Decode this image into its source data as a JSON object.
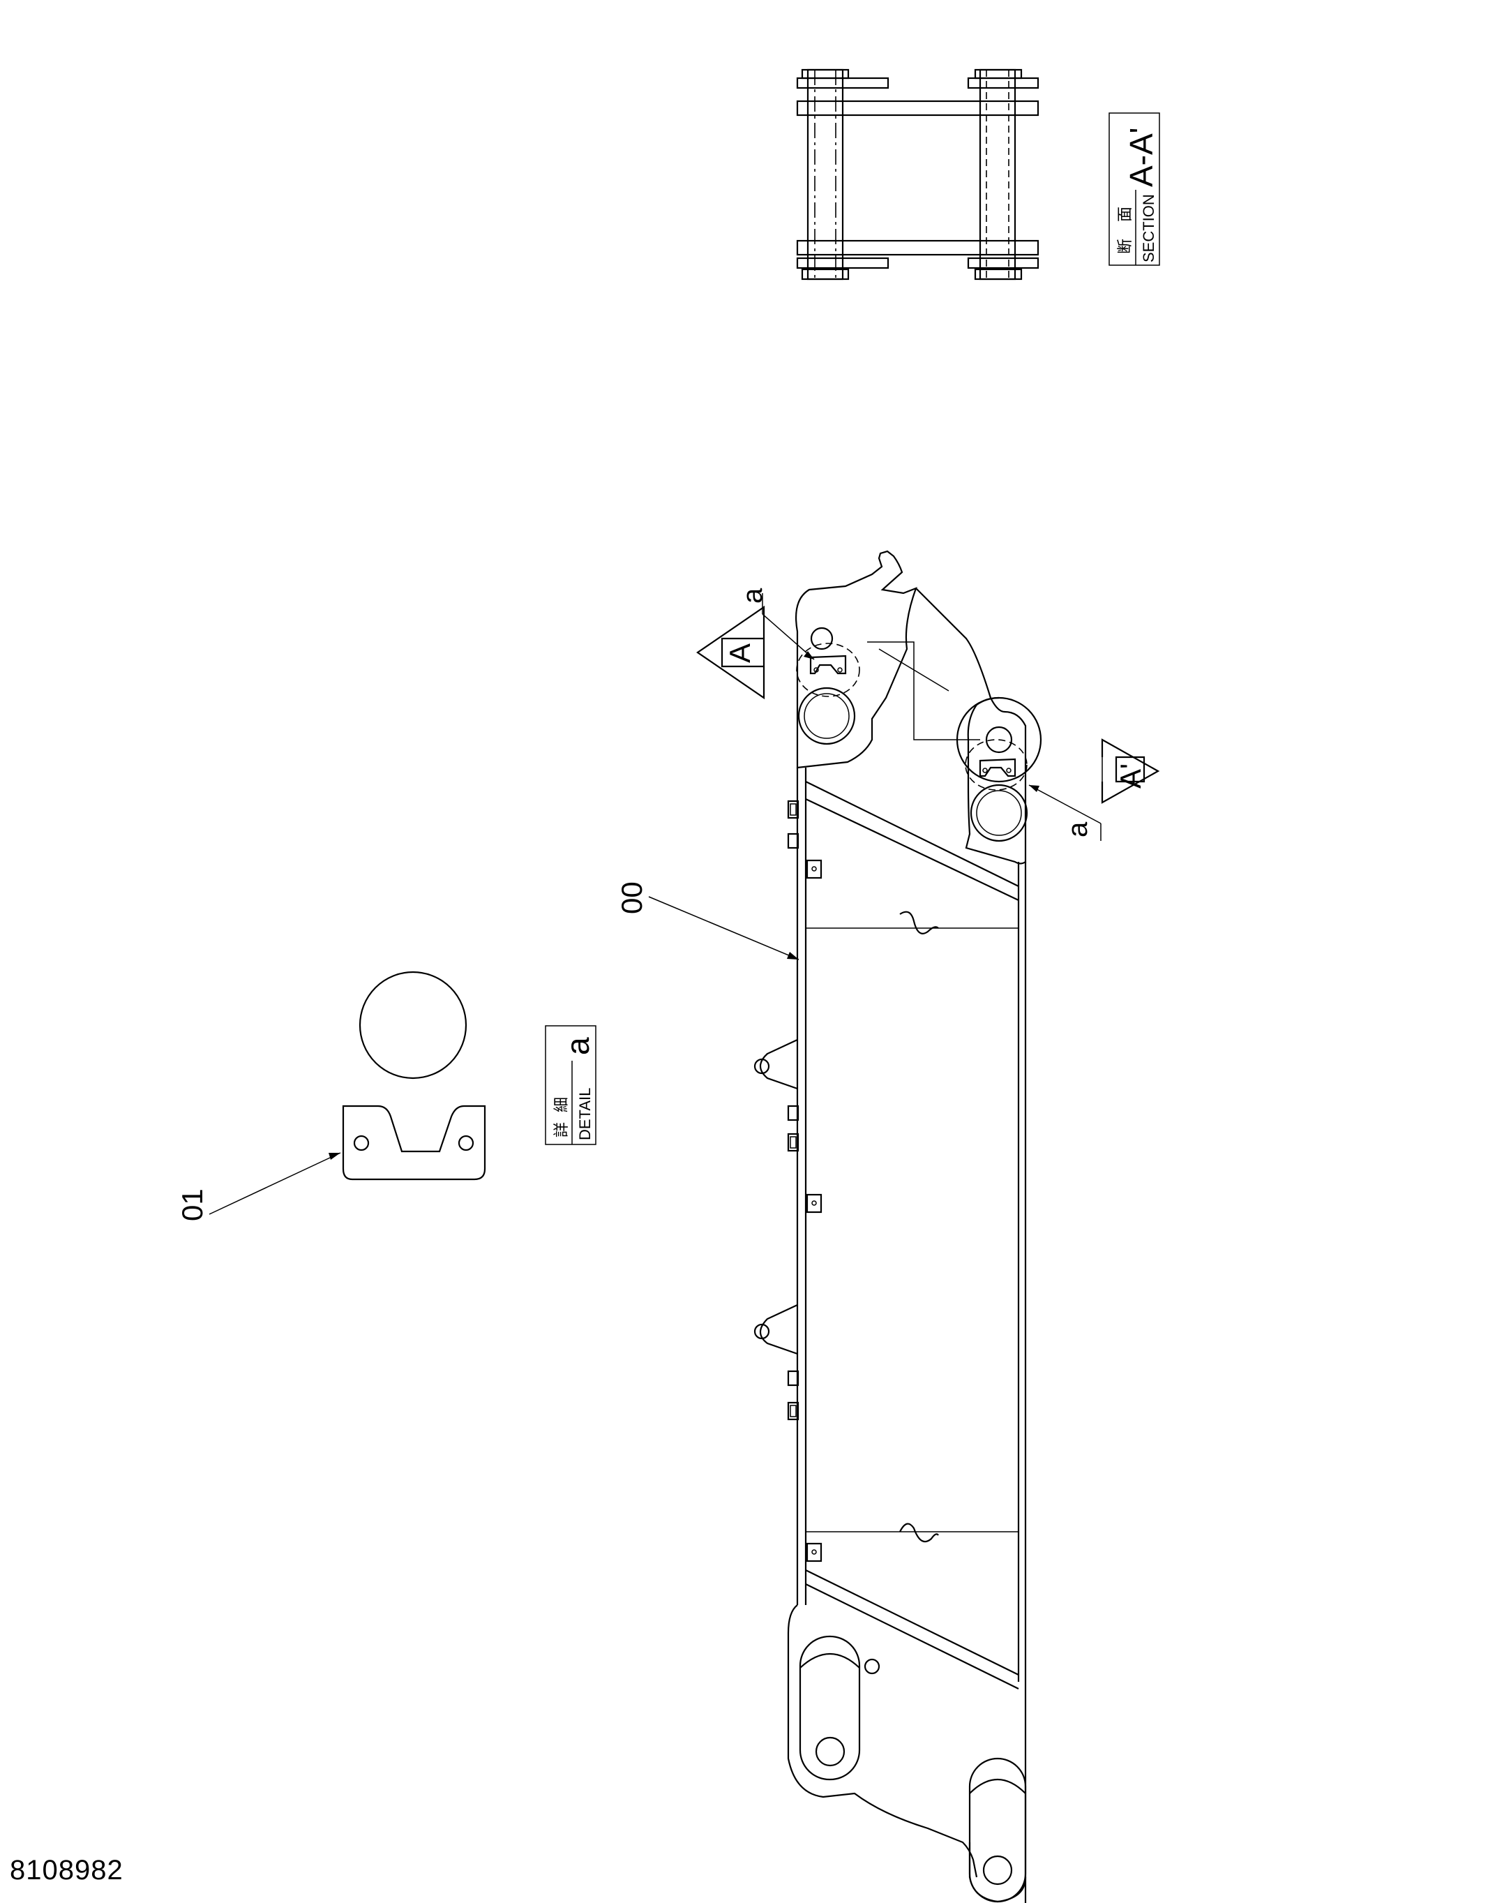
{
  "drawing_number": "8108982",
  "part_labels": {
    "boom": "00",
    "plate": "01"
  },
  "section_arrow_a": "A",
  "section_arrow_a_prime": "A'",
  "detail_marker": "a",
  "section_block": {
    "jp_left": "断",
    "jp_right": "面",
    "en": "SECTION",
    "id": "A-A'"
  },
  "detail_block": {
    "jp_left": "詳",
    "jp_right": "細",
    "en": "DETAIL",
    "id": "a"
  }
}
